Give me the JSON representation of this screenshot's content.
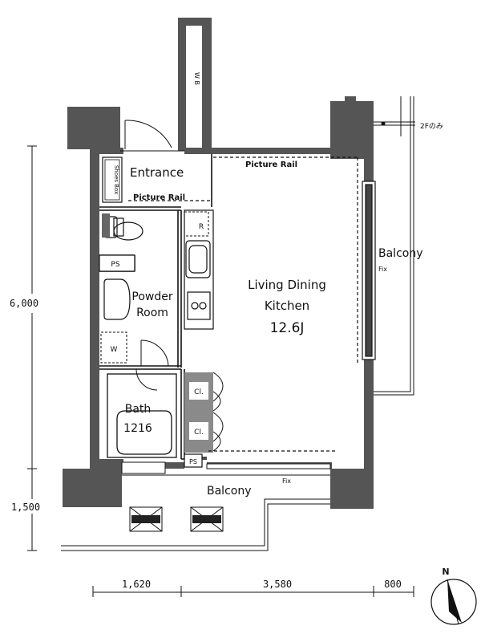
{
  "rooms": {
    "entrance": "Entrance",
    "shoe_box": "Shoes Box",
    "picture_rail_top": "Picture Rail",
    "picture_rail_entry": "Picture Rail",
    "powder_room_line1": "Powder",
    "powder_room_line2": "Room",
    "bath": "Bath",
    "bath_size": "1216",
    "ldk_line1": "Living Dining",
    "ldk_line2": "Kitchen",
    "ldk_size": "12.6J",
    "balcony_east": "Balcony",
    "balcony_south": "Balcony",
    "closet_1": "Cl.",
    "closet_2": "Cl.",
    "ps_1": "PS",
    "ps_2": "PS",
    "wb": "W B",
    "fix_1": "Fix",
    "fix_2": "Fix",
    "refrigerator": "R",
    "washer": "W",
    "second_floor_only": "2Fのみ"
  },
  "dimensions": {
    "vertical_main": "6,000",
    "vertical_balcony": "1,500",
    "horizontal_left": "1,620",
    "horizontal_mid": "3,580",
    "horizontal_right": "800"
  },
  "compass": {
    "north": "N"
  },
  "colors": {
    "wall": "#555555",
    "line": "#111111",
    "tile": "#7a7a7a"
  }
}
